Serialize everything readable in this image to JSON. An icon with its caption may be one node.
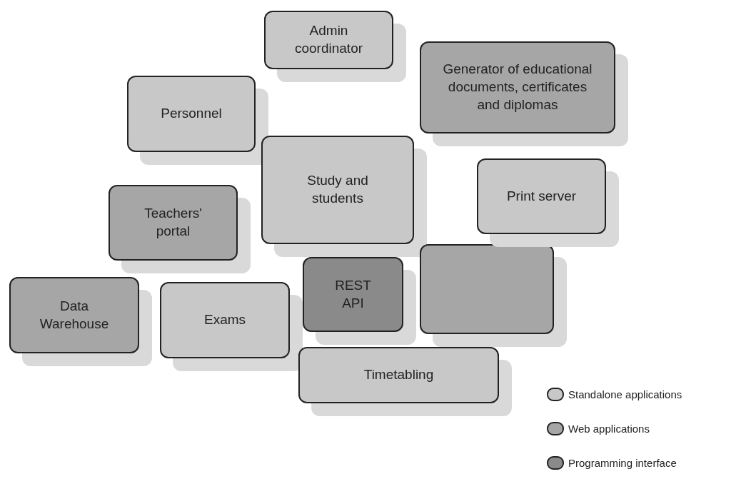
{
  "diagram": {
    "nodes": [
      {
        "text": [
          "Admin coordinator"
        ]
      },
      {
        "text": [
          "Generator of educational documents, certificates and diplomas"
        ]
      },
      {
        "text": [
          "Personnel"
        ]
      },
      {
        "text": [
          "Study and students"
        ]
      },
      {
        "text": [
          "Print server"
        ]
      },
      {
        "text": [
          "Teachers' portal"
        ]
      },
      {
        "text": [],
        "shape": "box"
      },
      {
        "text": [
          "REST API"
        ]
      },
      {
        "text": [
          "Data Warehouse"
        ]
      },
      {
        "text": [
          "Exams"
        ]
      },
      {
        "text": [
          "Timetabling"
        ]
      }
    ],
    "legend": [
      {
        "text": "Standalone applications",
        "color": "#c8c8c8"
      },
      {
        "text": "Web applications",
        "color": "#a6a6a6"
      },
      {
        "text": "Programming interface",
        "color": "#8a8a8a"
      }
    ]
  }
}
